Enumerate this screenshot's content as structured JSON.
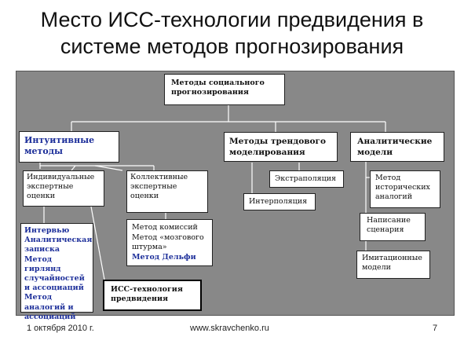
{
  "slide": {
    "title_line1": "Место ИСС-технологии предвидения в",
    "title_line2": "системе методов прогнозирования"
  },
  "diagram": {
    "root": {
      "line1": "Методы социального",
      "line2": "прогнозирования"
    },
    "intuitive": {
      "line1": "Интуитивные",
      "line2": "методы"
    },
    "trend": {
      "line1": "Методы трендового",
      "line2": "моделирования"
    },
    "analytic": {
      "line1": "Аналитические",
      "line2": "модели"
    },
    "individual": {
      "line1": "Индивидуальные",
      "line2": "экспертные",
      "line3": "оценки"
    },
    "collective": {
      "line1": "Коллективные",
      "line2": "экспертные",
      "line3": "оценки"
    },
    "extrapolation": "Экстраполяция",
    "interpolation": "Интерполяция",
    "historical": {
      "line1": "Метод",
      "line2": "исторических",
      "line3": "аналогий"
    },
    "scenario": {
      "line1": "Написание",
      "line2": "сценария"
    },
    "simulation": {
      "line1": "Имитационные",
      "line2": "модели"
    },
    "individual_methods": [
      "Интервью",
      "Аналитическая",
      "записка",
      "Метод гирлянд",
      "случайностей",
      "и ассоциаций",
      "Метод",
      "аналогий и",
      "ассоциаций"
    ],
    "collective_methods": [
      "Метод комиссий",
      "Метод «мозгового",
      "штурма»",
      "Метод Дельфи"
    ],
    "iss": {
      "line1": "ИСС-технология",
      "line2": "предвидения"
    }
  },
  "footer": {
    "date": "1 октября 2010 г.",
    "site": "www.skravchenko.ru",
    "page": "7"
  },
  "colors": {
    "panel": "#888888",
    "highlight_blue": "#1d2f9a"
  }
}
